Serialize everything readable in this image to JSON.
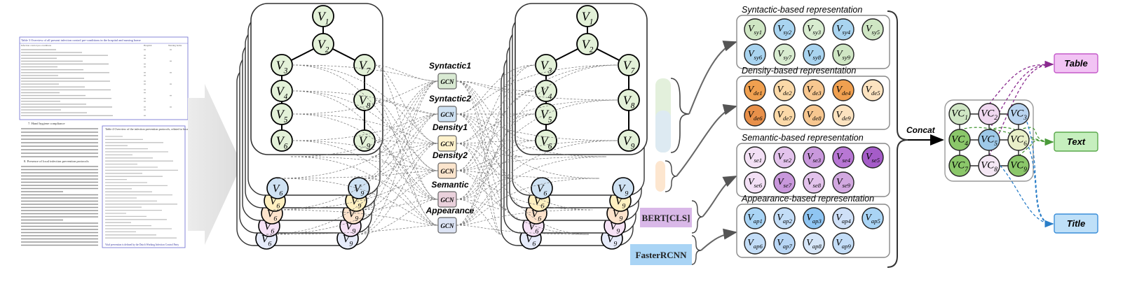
{
  "document_thumbnail": {
    "table3_caption": "Table 3 Overview of all present infection control pre-conditions in the hospital and nursing home",
    "table3_columns": [
      "Infection control pre-conditions",
      "Hospital",
      "Nursing home"
    ],
    "section_hand_hygiene": "7. Hand hygiene compliance",
    "section_protocols": "8. Presence of local infection prevention protocols",
    "table4_caption": "Table 4 Overview of the infection prevention protocols, related to local presence",
    "table4_footer": "Vital prevention is defined by the Dutch Working Infection Control Party"
  },
  "left_graph": {
    "nodes": [
      "V1",
      "V2",
      "V3",
      "V7",
      "V4",
      "V8",
      "V5",
      "V6",
      "V9"
    ],
    "stack_nodes": [
      "V6",
      "V9"
    ]
  },
  "gcn_blocks": [
    {
      "label": "Syntactic1",
      "box": "GCN",
      "color": "#d9ead3"
    },
    {
      "label": "Syntactic2",
      "box": "GCN",
      "color": "#cfe2f3"
    },
    {
      "label": "Density1",
      "box": "GCN",
      "color": "#fff2cc"
    },
    {
      "label": "Density2",
      "box": "GCN",
      "color": "#fce5cd"
    },
    {
      "label": "Semantic",
      "box": "GCN",
      "color": "#ead1dc"
    },
    {
      "label": "Appearance",
      "box": "GCN",
      "color": "#dde4f5"
    }
  ],
  "right_graph": {
    "nodes": [
      "V1",
      "V2",
      "V3",
      "V7",
      "V4",
      "V8",
      "V5",
      "V6",
      "V9"
    ],
    "stack_nodes": [
      "V6",
      "V9"
    ]
  },
  "feature_sources": [
    {
      "label": "BERT[CLS]",
      "color": "#d9b8e8"
    },
    {
      "label": "FasterRCNN",
      "color": "#a9d4f5"
    }
  ],
  "representations": [
    {
      "title": "Syntactic-based representation",
      "nodes": [
        "V_sy1",
        "V_sy2",
        "V_sy3",
        "V_sy4",
        "V_sy5",
        "V_sy6",
        "V_sy7",
        "V_sy8",
        "V_sy9"
      ],
      "colors": [
        "#cfe6c4",
        "#a9d4f0",
        "#d8ecd0",
        "#a9d4f0",
        "#cfe6c4",
        "#a9d4f0",
        "#d8ecd0",
        "#a9d4f0",
        "#cfe6c4"
      ]
    },
    {
      "title": "Density-based representation",
      "nodes": [
        "V_de1",
        "V_de2",
        "V_de3",
        "V_de4",
        "V_de5",
        "V_de6",
        "V_de7",
        "V_de8",
        "V_de9"
      ],
      "colors": [
        "#f0a050",
        "#fbd9a8",
        "#f7c790",
        "#f0a050",
        "#fce3c0",
        "#e8904a",
        "#fbd9a8",
        "#f7c790",
        "#fce3c0"
      ]
    },
    {
      "title": "Semantic-based representation",
      "nodes": [
        "V_se1",
        "V_se2",
        "V_se3",
        "V_se4",
        "V_se5",
        "V_se6",
        "V_se7",
        "V_se8",
        "V_se9"
      ],
      "colors": [
        "#f3e0f5",
        "#e3c3ec",
        "#c998dc",
        "#b877d4",
        "#a55cc8",
        "#f3e0f5",
        "#c998dc",
        "#e3c3ec",
        "#d2a8e0"
      ]
    },
    {
      "title": "Appearance-based representation",
      "nodes": [
        "V_ap1",
        "V_ap2",
        "V_ap3",
        "V_ap4",
        "V_ap5",
        "V_ap6",
        "V_ap7",
        "V_ap8",
        "V_ap9"
      ],
      "colors": [
        "#a9d4f5",
        "#c3ddf7",
        "#8fc5f2",
        "#cfe0f7",
        "#a9d4f5",
        "#c3ddf7",
        "#b8d6f5",
        "#d6e6f8",
        "#c3ddf7"
      ]
    }
  ],
  "concat_label": "Concat",
  "vc_graph": {
    "nodes": [
      "VC1",
      "VC2",
      "VC3",
      "VC4",
      "VC5",
      "VC6",
      "VC7",
      "VC8",
      "VC9"
    ],
    "colors": [
      "#cfe6c4",
      "#f0d8f0",
      "#b9d4f0",
      "#8bc76a",
      "#9ec9e8",
      "#e9efc8",
      "#8bc76a",
      "#f5e8f5",
      "#8bc76a"
    ]
  },
  "outputs": [
    {
      "label": "Table",
      "color": "#f2c4f4",
      "border": "#c45ac9",
      "arrow": "#8a2a8f"
    },
    {
      "label": "Text",
      "color": "#c6efbe",
      "border": "#5aa84b",
      "arrow": "#4a9a3a"
    },
    {
      "label": "Title",
      "color": "#bfe0f8",
      "border": "#3a8ed8",
      "arrow": "#2a7ec8"
    }
  ]
}
